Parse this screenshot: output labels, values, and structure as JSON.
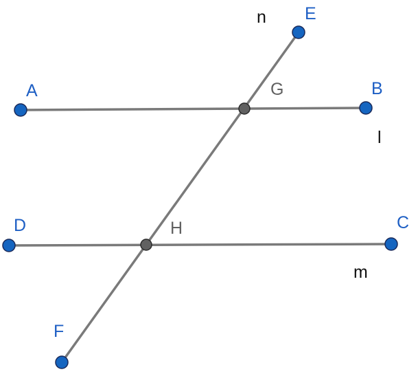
{
  "colors": {
    "line": "#7a7a7a",
    "free_point_fill": "#1565c0",
    "free_point_stroke": "#1a2a5a",
    "free_label": "#1e5fc4",
    "intersection_fill": "#616161",
    "intersection_stroke": "#2b2b2b",
    "intersection_label": "#616161",
    "line_name": "#111111"
  },
  "points": {
    "A": {
      "label": "A",
      "kind": "free"
    },
    "B": {
      "label": "B",
      "kind": "free"
    },
    "C": {
      "label": "C",
      "kind": "free"
    },
    "D": {
      "label": "D",
      "kind": "free"
    },
    "E": {
      "label": "E",
      "kind": "free"
    },
    "F": {
      "label": "F",
      "kind": "free"
    },
    "G": {
      "label": "G",
      "kind": "intersection"
    },
    "H": {
      "label": "H",
      "kind": "intersection"
    }
  },
  "segments": [
    {
      "from": "A",
      "to": "B",
      "line": "l"
    },
    {
      "from": "D",
      "to": "C",
      "line": "m"
    },
    {
      "from": "E",
      "to": "F",
      "line": "n"
    }
  ],
  "lines": {
    "l": {
      "label": "l"
    },
    "m": {
      "label": "m"
    },
    "n": {
      "label": "n"
    }
  }
}
